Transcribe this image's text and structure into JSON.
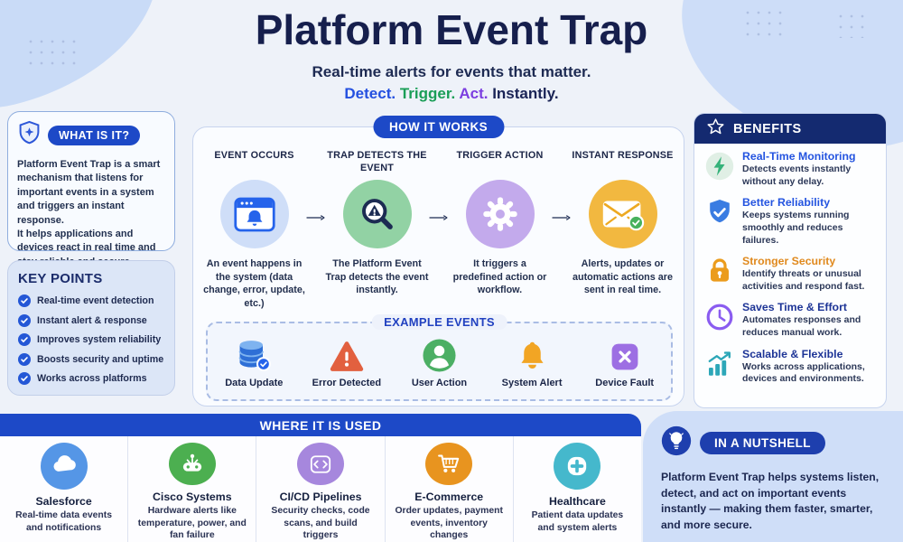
{
  "header": {
    "title": "Platform Event Trap",
    "subtitle": "Real-time alerts for events that matter.",
    "tagline": {
      "detect": "Detect.",
      "trigger": "Trigger.",
      "act": "Act.",
      "instantly": "Instantly.",
      "colors": {
        "detect": "#2450e0",
        "trigger": "#1a9e57",
        "act": "#7c3fe0",
        "instantly": "#1a2456"
      }
    }
  },
  "what_is_it": {
    "badge": "WHAT IS IT?",
    "icon": "shield-spark-icon",
    "body_line1": "Platform Event Trap is a smart mechanism that listens for important events in a system and triggers an instant response.",
    "body_line2": "It helps applications and devices react in real time and stay reliable and secure."
  },
  "key_points": {
    "title": "KEY POINTS",
    "items": [
      {
        "icon": "check-circle-icon",
        "label": "Real-time event detection"
      },
      {
        "icon": "check-circle-icon",
        "label": "Instant alert & response"
      },
      {
        "icon": "check-circle-icon",
        "label": "Improves system reliability"
      },
      {
        "icon": "check-circle-icon",
        "label": "Boosts security and uptime"
      },
      {
        "icon": "check-circle-icon",
        "label": "Works across platforms"
      }
    ]
  },
  "how_it_works": {
    "badge": "HOW IT WORKS",
    "steps": [
      {
        "title": "EVENT OCCURS",
        "desc": "An event happens in the system (data change, error, update, etc.)",
        "icon": "window-bell-icon",
        "circle_color": "#cfdef8"
      },
      {
        "title": "TRAP DETECTS THE EVENT",
        "desc": "The Platform Event Trap detects the event instantly.",
        "icon": "magnifier-alert-icon",
        "circle_color": "#92d2a4"
      },
      {
        "title": "TRIGGER ACTION",
        "desc": "It triggers a predefined action or workflow.",
        "icon": "gear-icon",
        "circle_color": "#c3aaec"
      },
      {
        "title": "INSTANT RESPONSE",
        "desc": "Alerts, updates or automatic actions are sent in real time.",
        "icon": "envelope-check-icon",
        "circle_color": "#f2b840"
      }
    ]
  },
  "example_events": {
    "title": "EXAMPLE EVENTS",
    "items": [
      {
        "label": "Data Update",
        "icon": "database-check-icon",
        "color": "#2e6fd6"
      },
      {
        "label": "Error Detected",
        "icon": "warning-triangle-icon",
        "color": "#e2603f"
      },
      {
        "label": "User Action",
        "icon": "user-circle-icon",
        "color": "#4caf64"
      },
      {
        "label": "System Alert",
        "icon": "bell-icon",
        "color": "#f2a524"
      },
      {
        "label": "Device Fault",
        "icon": "device-x-icon",
        "color": "#9d6fe3"
      }
    ]
  },
  "benefits": {
    "title": "BENEFITS",
    "icon": "star-icon",
    "items": [
      {
        "title": "Real-Time Monitoring",
        "desc": "Detects events instantly without any delay.",
        "icon": "lightning-icon",
        "title_color": "#2454e0"
      },
      {
        "title": "Better Reliability",
        "desc": "Keeps systems running smoothly and reduces failures.",
        "icon": "shield-check-icon",
        "title_color": "#2454e0"
      },
      {
        "title": "Stronger Security",
        "desc": "Identify threats or unusual activities and respond fast.",
        "icon": "padlock-icon",
        "title_color": "#e0891d"
      },
      {
        "title": "Saves Time & Effort",
        "desc": "Automates responses and reduces manual work.",
        "icon": "clock-icon",
        "title_color": "#1d3496"
      },
      {
        "title": "Scalable & Flexible",
        "desc": "Works across applications, devices and environments.",
        "icon": "growth-chart-icon",
        "title_color": "#1d3496"
      }
    ]
  },
  "where_used": {
    "title": "WHERE IT IS USED",
    "items": [
      {
        "name": "Salesforce",
        "desc": "Real-time data events and notifications",
        "icon": "cloud-icon",
        "color": "#5596e6"
      },
      {
        "name": "Cisco Systems",
        "desc": "Hardware alerts like temperature, power, and fan failure",
        "icon": "router-icon",
        "color": "#4caf50"
      },
      {
        "name": "CI/CD Pipelines",
        "desc": "Security checks, code scans, and build triggers",
        "icon": "code-icon",
        "color": "#a687dd"
      },
      {
        "name": "E-Commerce",
        "desc": "Order updates, payment events, inventory changes",
        "icon": "cart-icon",
        "color": "#e8941f"
      },
      {
        "name": "Healthcare",
        "desc": "Patient data updates and system alerts",
        "icon": "medical-cross-icon",
        "color": "#45b8cc"
      }
    ]
  },
  "nutshell": {
    "badge": "IN A NUTSHELL",
    "icon": "lightbulb-icon",
    "body": "Platform Event Trap helps systems listen, detect, and act on important events instantly — making them faster, smarter, and more secure."
  }
}
